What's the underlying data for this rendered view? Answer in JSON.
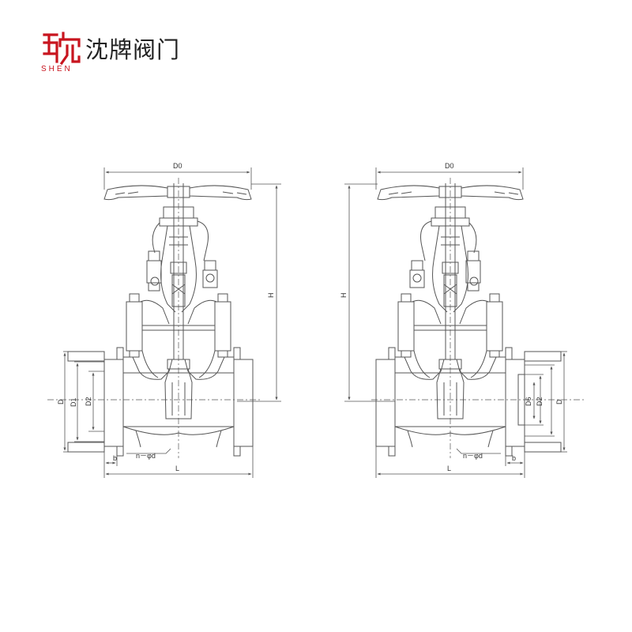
{
  "brand": {
    "name_cn": "沈牌阀门",
    "name_latin": "SHEN",
    "color": "#c8141e"
  },
  "drawings": {
    "left": {
      "labels": {
        "d0": "D0",
        "h": "H",
        "d": "D",
        "d1": "D1",
        "d2": "D2",
        "b": "b",
        "bolts": "n－φd",
        "l": "L"
      }
    },
    "right": {
      "labels": {
        "d0": "D0",
        "h": "H",
        "d": "D",
        "d2": "D2",
        "d6": "D6",
        "b": "b",
        "bolts": "n－φd",
        "l": "L"
      }
    }
  },
  "line_color": "#555555"
}
